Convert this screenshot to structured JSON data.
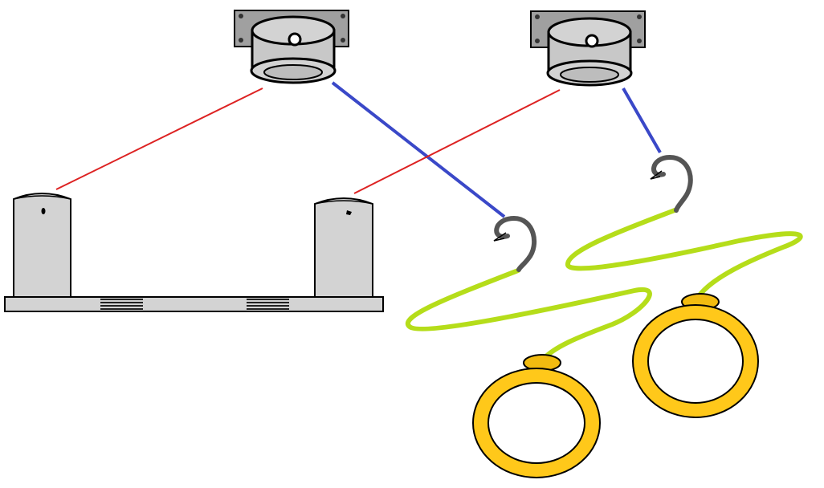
{
  "colors": {
    "background": "#ffffff",
    "outline": "#000000",
    "metal_light": "#d3d3d3",
    "metal_mid": "#c8c8c8",
    "bracket": "#a0a0a0",
    "bracket_dark": "#707070",
    "hook": "#555555",
    "red_cable": "#dd2222",
    "blue_cable": "#3a48c8",
    "green_cord": "#b5dd1a",
    "ring_gold": "#ffc81a",
    "ring_cap": "#f2bb10",
    "slot_dark": "#222222"
  },
  "scene": {
    "pulleys": [
      {
        "name": "left-ceiling-pulley"
      },
      {
        "name": "right-ceiling-pulley"
      }
    ],
    "weight_posts": [
      {
        "name": "left-weight-post"
      },
      {
        "name": "right-weight-post"
      }
    ],
    "cables": [
      {
        "name": "left-red-cable",
        "color": "red"
      },
      {
        "name": "left-blue-cable",
        "color": "blue"
      },
      {
        "name": "right-red-cable",
        "color": "red"
      },
      {
        "name": "right-blue-cable",
        "color": "blue"
      }
    ],
    "hooks": [
      {
        "name": "left-cable-hook"
      },
      {
        "name": "right-cable-hook"
      }
    ],
    "cords": [
      {
        "name": "left-green-cord"
      },
      {
        "name": "right-green-cord"
      }
    ],
    "rings": [
      {
        "name": "left-gymnastic-ring"
      },
      {
        "name": "right-gymnastic-ring"
      }
    ]
  }
}
